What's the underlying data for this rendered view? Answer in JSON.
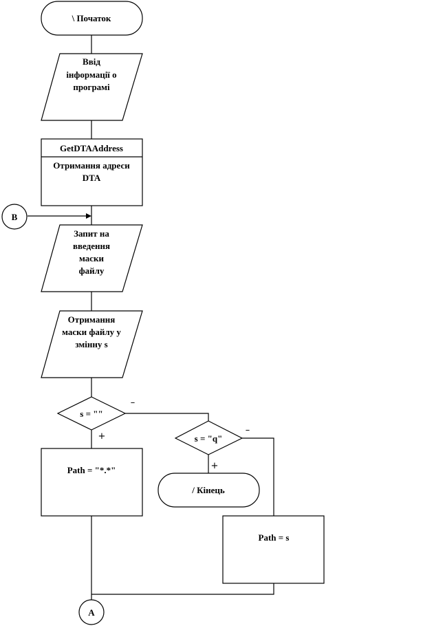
{
  "diagram": {
    "type": "flowchart",
    "nodes": {
      "start": {
        "label": "\\ Початок"
      },
      "input_info": {
        "lines": [
          "Ввід",
          "інформації  о",
          "програмі"
        ]
      },
      "get_dta": {
        "header": "GetDTAAddress",
        "lines": [
          "Отримання адреси",
          "DTA"
        ]
      },
      "connector_b": {
        "label": "B"
      },
      "request_mask": {
        "lines": [
          "Запит на",
          "введення",
          "маски",
          "файлу"
        ]
      },
      "get_mask": {
        "lines": [
          "Отримання",
          "маски файлу у",
          "змінну  s"
        ]
      },
      "decision_empty": {
        "label": "s = \"\""
      },
      "decision_q": {
        "label": "s = \"q\""
      },
      "end": {
        "label": "/ Кінець"
      },
      "path_default": {
        "label": "Path = \"*.*\""
      },
      "path_s": {
        "label": "Path = s"
      },
      "connector_a": {
        "label": "A"
      }
    },
    "branch_labels": {
      "yes": "+",
      "no": "–"
    }
  }
}
